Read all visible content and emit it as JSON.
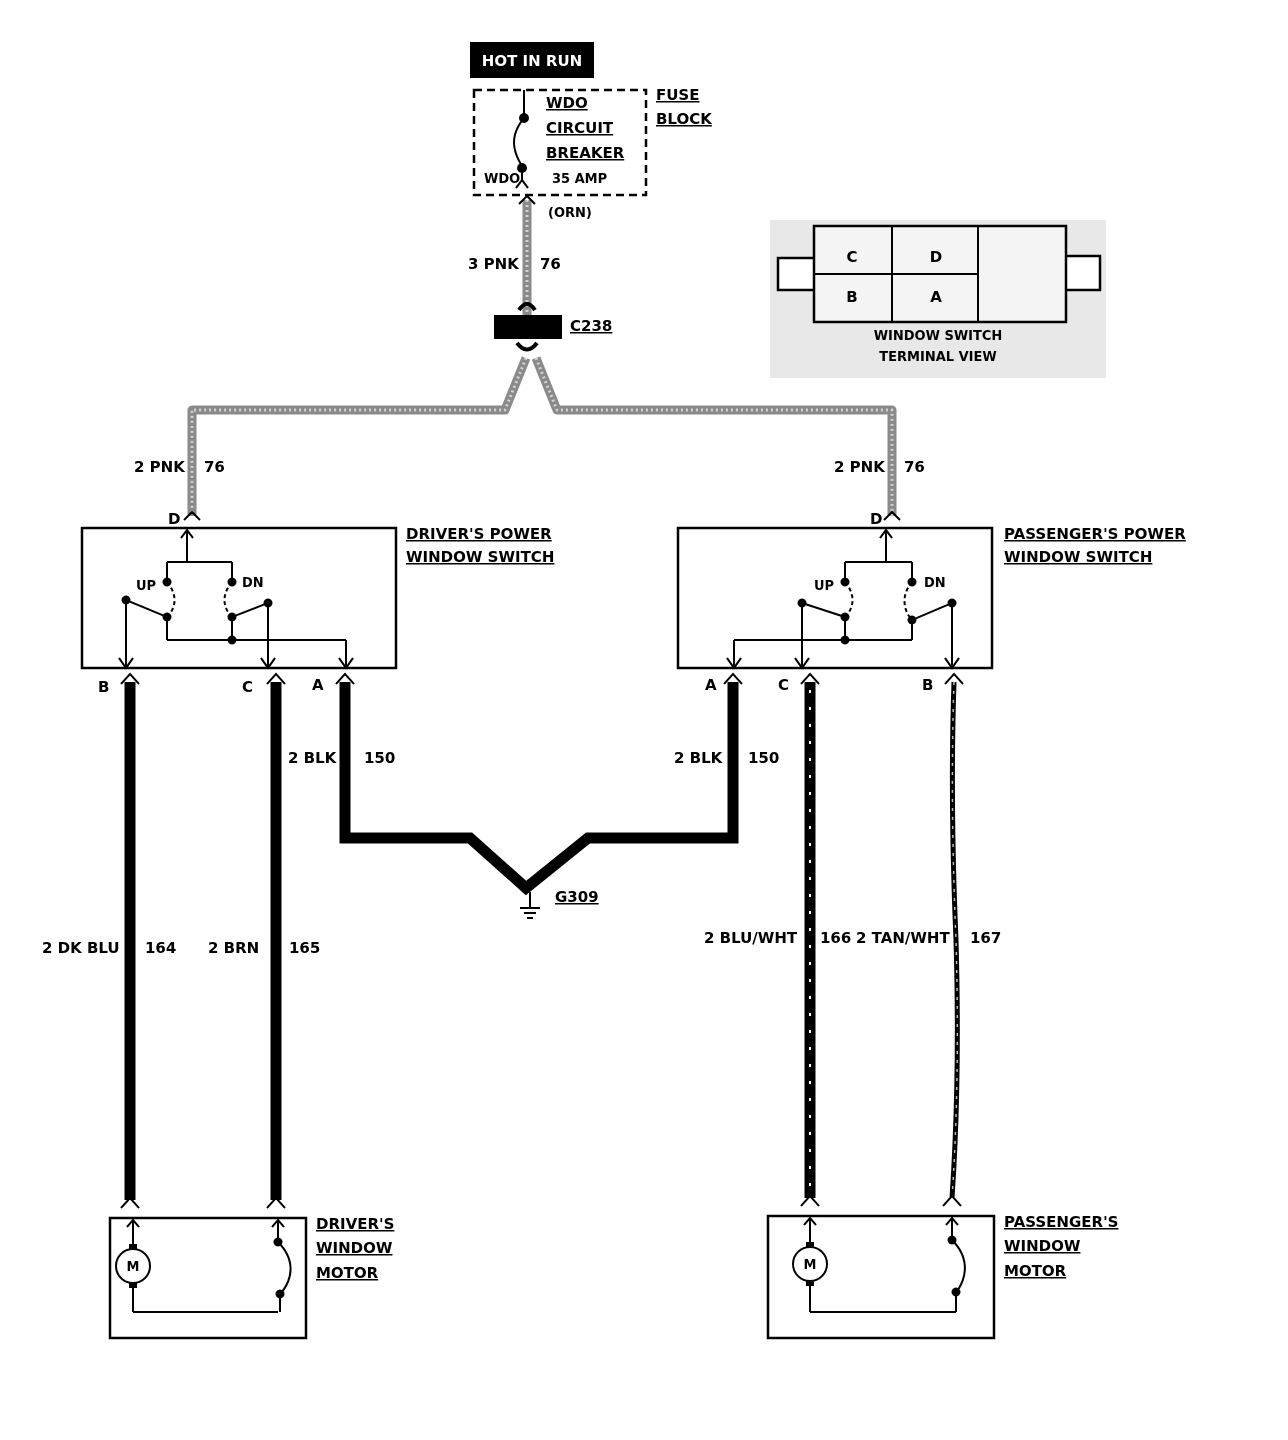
{
  "power": {
    "header": "HOT IN RUN",
    "fuse_block_line1": "FUSE",
    "fuse_block_line2": "BLOCK",
    "breaker_line1": "WDO",
    "breaker_line2": "CIRCUIT",
    "breaker_line3": "BREAKER",
    "breaker_rating": "35 AMP",
    "terminal": "WDO",
    "connector_color": "(ORN)"
  },
  "feed_wire": {
    "gauge_color": "3 PNK",
    "circuit": "76"
  },
  "connector": {
    "name": "C238"
  },
  "terminal_view": {
    "cells": [
      "C",
      "D",
      "B",
      "A"
    ],
    "title_line1": "WINDOW SWITCH",
    "title_line2": "TERMINAL VIEW"
  },
  "driver_switch": {
    "wire_gauge_color": "2 PNK",
    "wire_circuit": "76",
    "pin_top": "D",
    "title_line1": "DRIVER'S POWER",
    "title_line2": "WINDOW SWITCH",
    "up": "UP",
    "dn": "DN",
    "pin_b": "B",
    "pin_c": "C",
    "pin_a": "A"
  },
  "passenger_switch": {
    "wire_gauge_color": "2 PNK",
    "wire_circuit": "76",
    "pin_top": "D",
    "title_line1": "PASSENGER'S POWER",
    "title_line2": "WINDOW SWITCH",
    "up": "UP",
    "dn": "DN",
    "pin_a": "A",
    "pin_c": "C",
    "pin_b": "B"
  },
  "ground": {
    "left_gauge_color": "2 BLK",
    "left_circuit": "150",
    "right_gauge_color": "2 BLK",
    "right_circuit": "150",
    "name": "G309"
  },
  "driver_motor_wires": {
    "w1_gauge_color": "2 DK BLU",
    "w1_circuit": "164",
    "w2_gauge_color": "2 BRN",
    "w2_circuit": "165"
  },
  "passenger_motor_wires": {
    "w1_gauge_color": "2 BLU/WHT",
    "w1_circuit": "166",
    "w2_gauge_color": "2 TAN/WHT",
    "w2_circuit": "167"
  },
  "driver_motor": {
    "title_line1": "DRIVER'S",
    "title_line2": "WINDOW",
    "title_line3": "MOTOR",
    "symbol": "M"
  },
  "passenger_motor": {
    "title_line1": "PASSENGER'S",
    "title_line2": "WINDOW",
    "title_line3": "MOTOR",
    "symbol": "M"
  }
}
